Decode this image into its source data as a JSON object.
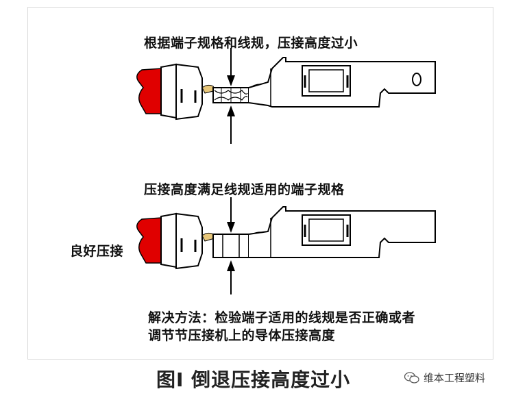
{
  "captions": {
    "problem": "根据端子规格和线规，压接高度过小",
    "good_condition": "压接高度满足线规适用的端子规格",
    "good_label": "良好压接",
    "solution_line1": "解决方法：检验端子适用的线规是否正确或者",
    "solution_line2": "调节节压接机上的导体压接高度"
  },
  "figure_title": "图I 倒退压接高度过小",
  "brand": {
    "name": "维本工程塑料",
    "icon": "wechat-icon"
  },
  "colors": {
    "insulation": "#e00000",
    "outline": "#000000",
    "strands": "#e8c77a"
  }
}
